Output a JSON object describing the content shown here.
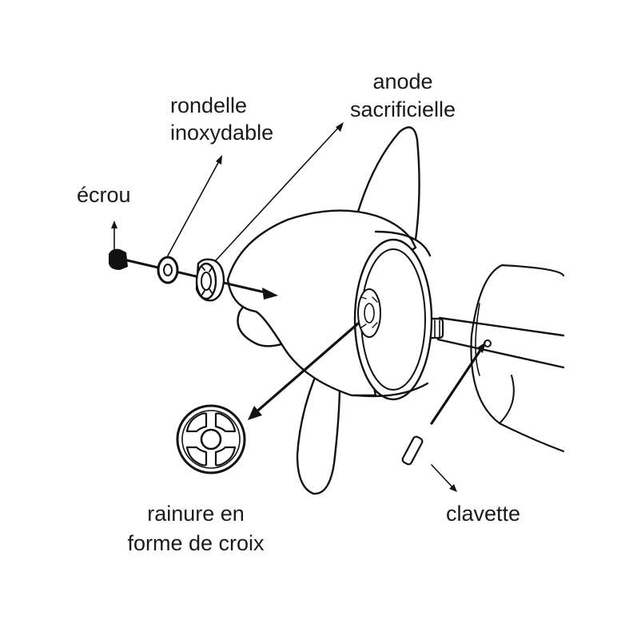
{
  "labels": {
    "nut": "écrou",
    "washer_line1": "rondelle",
    "washer_line2": "inoxydable",
    "anode_line1": "anode",
    "anode_line2": "sacrificielle",
    "groove_line1": "rainure en",
    "groove_line2": "forme de croix",
    "pin": "clavette"
  },
  "colors": {
    "ink": "#111111",
    "background": "#ffffff"
  }
}
